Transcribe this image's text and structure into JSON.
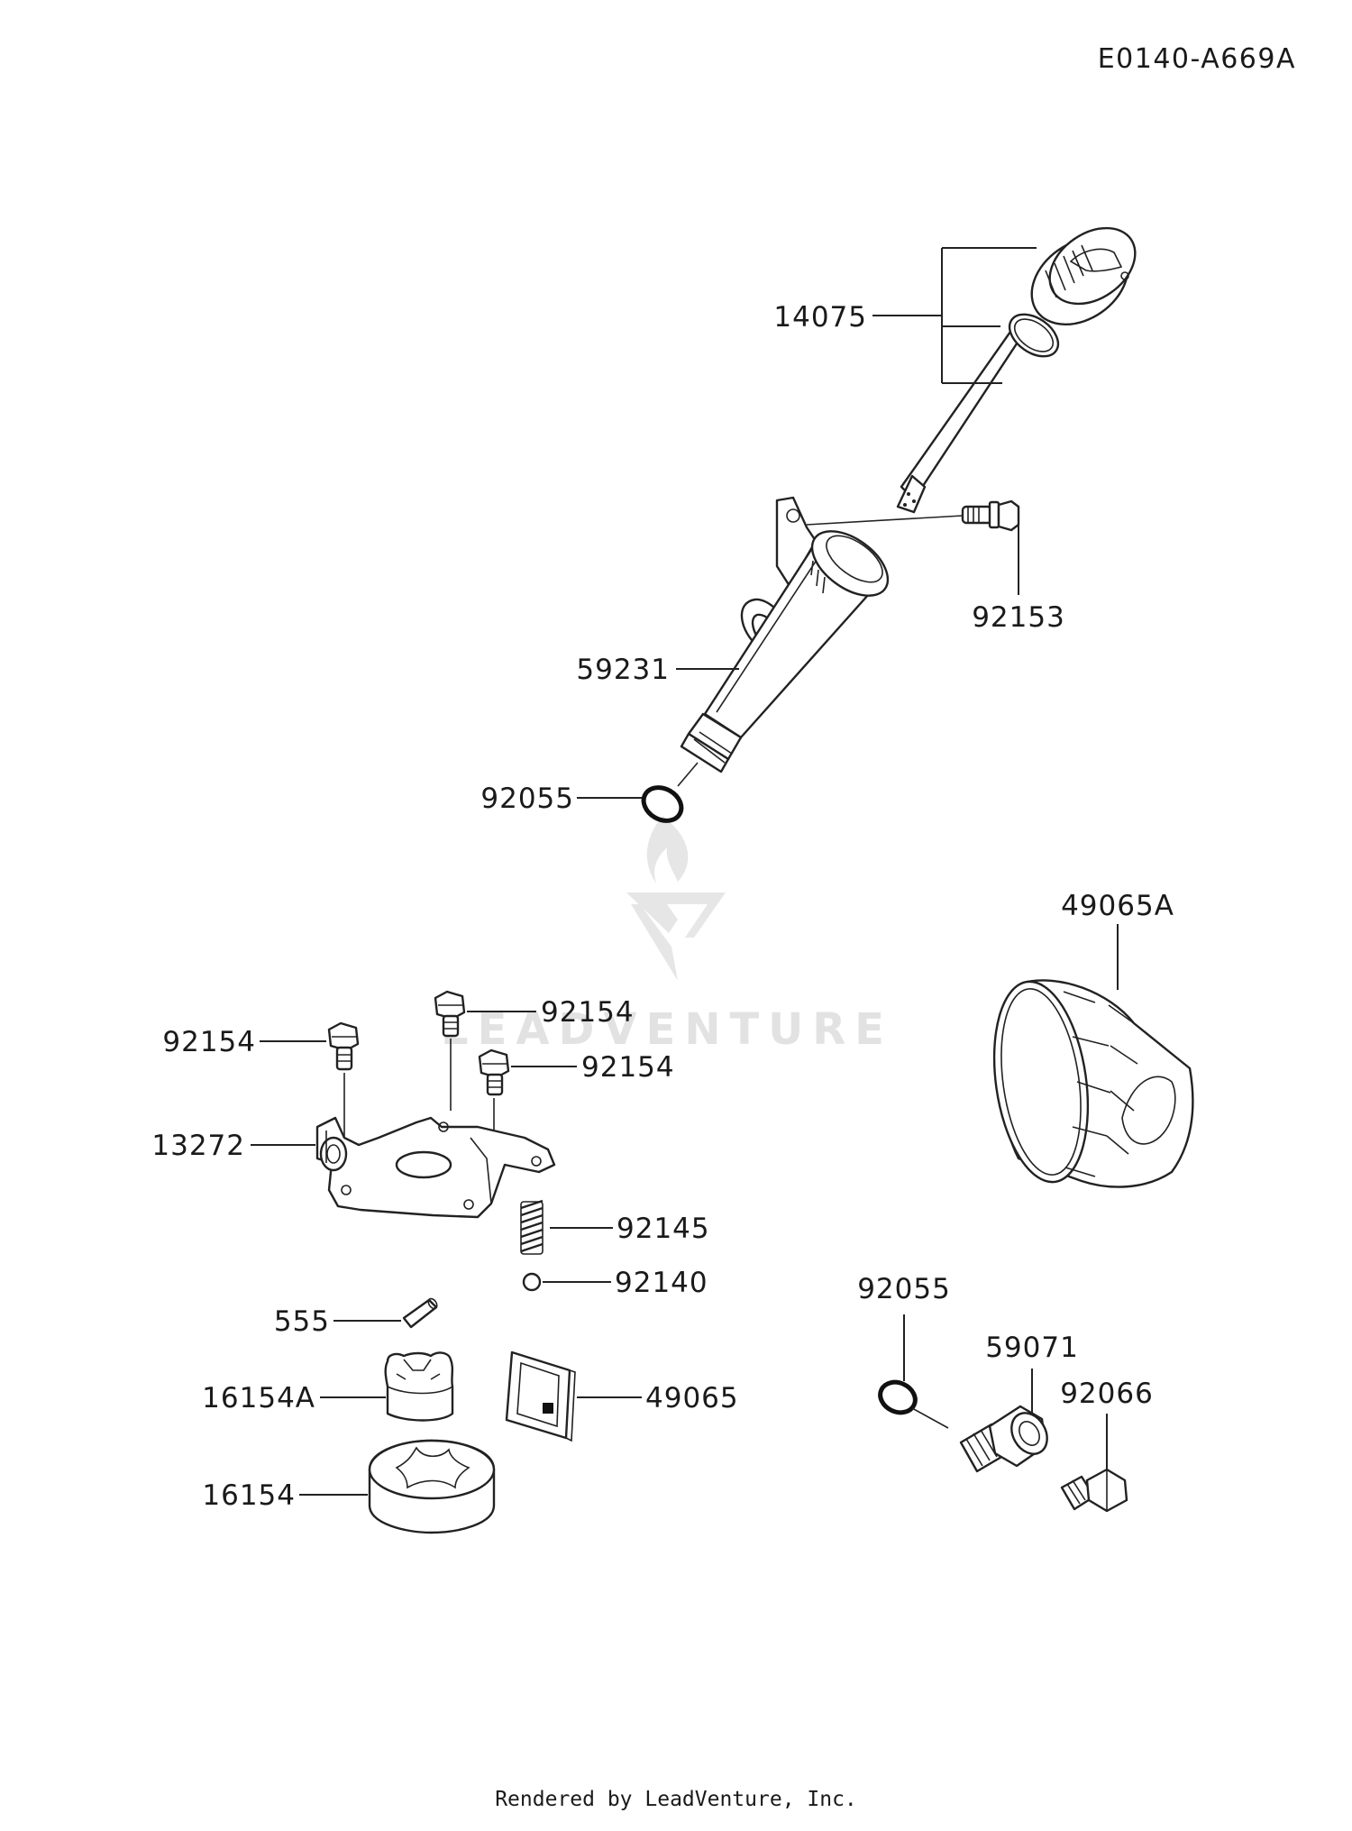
{
  "diagram_code": "E0140-A669A",
  "footer": "Rendered by LeadVenture, Inc.",
  "watermark": "LEADVENTURE",
  "parts": {
    "oil_gauge": "14075",
    "bolt_flanged": "92153",
    "oil_filler_pipe": "59231",
    "o_ring_upper": "92055",
    "oil_filter": "49065A",
    "bolt_left": "92154",
    "bolt_middle": "92154",
    "bolt_right": "92154",
    "cover_plate": "13272",
    "spring": "92145",
    "ball": "92140",
    "pin": "555",
    "inner_rotor": "16154A",
    "screen_filter": "49065",
    "outer_rotor": "16154",
    "o_ring_lower": "92055",
    "fitting": "59071",
    "drain_plug": "92066"
  }
}
